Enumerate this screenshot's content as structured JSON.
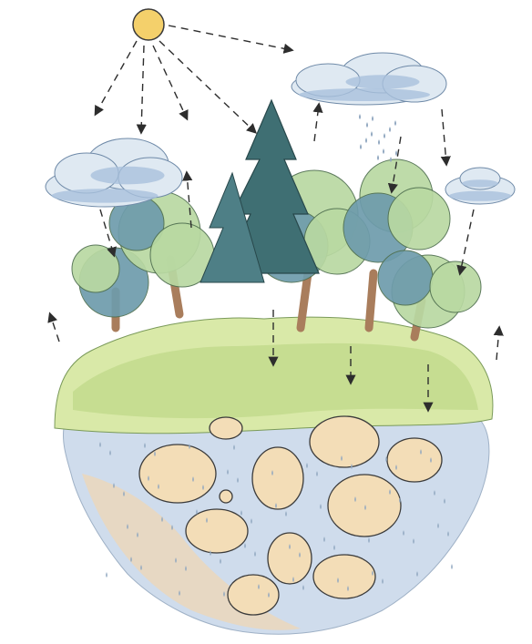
{
  "illustration": {
    "elements": {
      "sun": "sun",
      "clouds": [
        "cloud",
        "cloud",
        "cloud"
      ],
      "trees": [
        "pine",
        "deciduous",
        "deciduous",
        "deciduous",
        "deciduous"
      ],
      "rocks": "boulders",
      "soil": "subsoil"
    },
    "colors": {
      "sky": "#ffffff",
      "sun_fill": "#f4d06b",
      "sun_stroke": "#3a3a3a",
      "cloud_fill": "#dfe9f2",
      "cloud_shadow": "#a9c1dc",
      "grass_light": "#d9e9a8",
      "grass_mid": "#b7d47e",
      "foliage_light": "#b9d9a2",
      "foliage_dark": "#6e9cac",
      "pine": "#3f6f73",
      "trunk": "#a97d5c",
      "soil_blue": "#cfdcec",
      "soil_tan": "#ecd7b9",
      "rock_fill": "#f3ddb7",
      "rock_stroke": "#3b3b3b",
      "arrow": "#2d2d2d",
      "rain": "#8fa6bf"
    }
  }
}
